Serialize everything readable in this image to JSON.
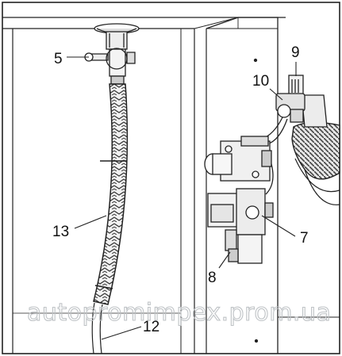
{
  "callouts": [
    {
      "id": "5",
      "text": "5"
    },
    {
      "id": "9",
      "text": "9"
    },
    {
      "id": "10",
      "text": "10"
    },
    {
      "id": "13",
      "text": "13"
    },
    {
      "id": "7",
      "text": "7"
    },
    {
      "id": "8",
      "text": "8"
    },
    {
      "id": "12",
      "text": "12"
    }
  ],
  "watermark": "autopromimpex.prom.ua"
}
